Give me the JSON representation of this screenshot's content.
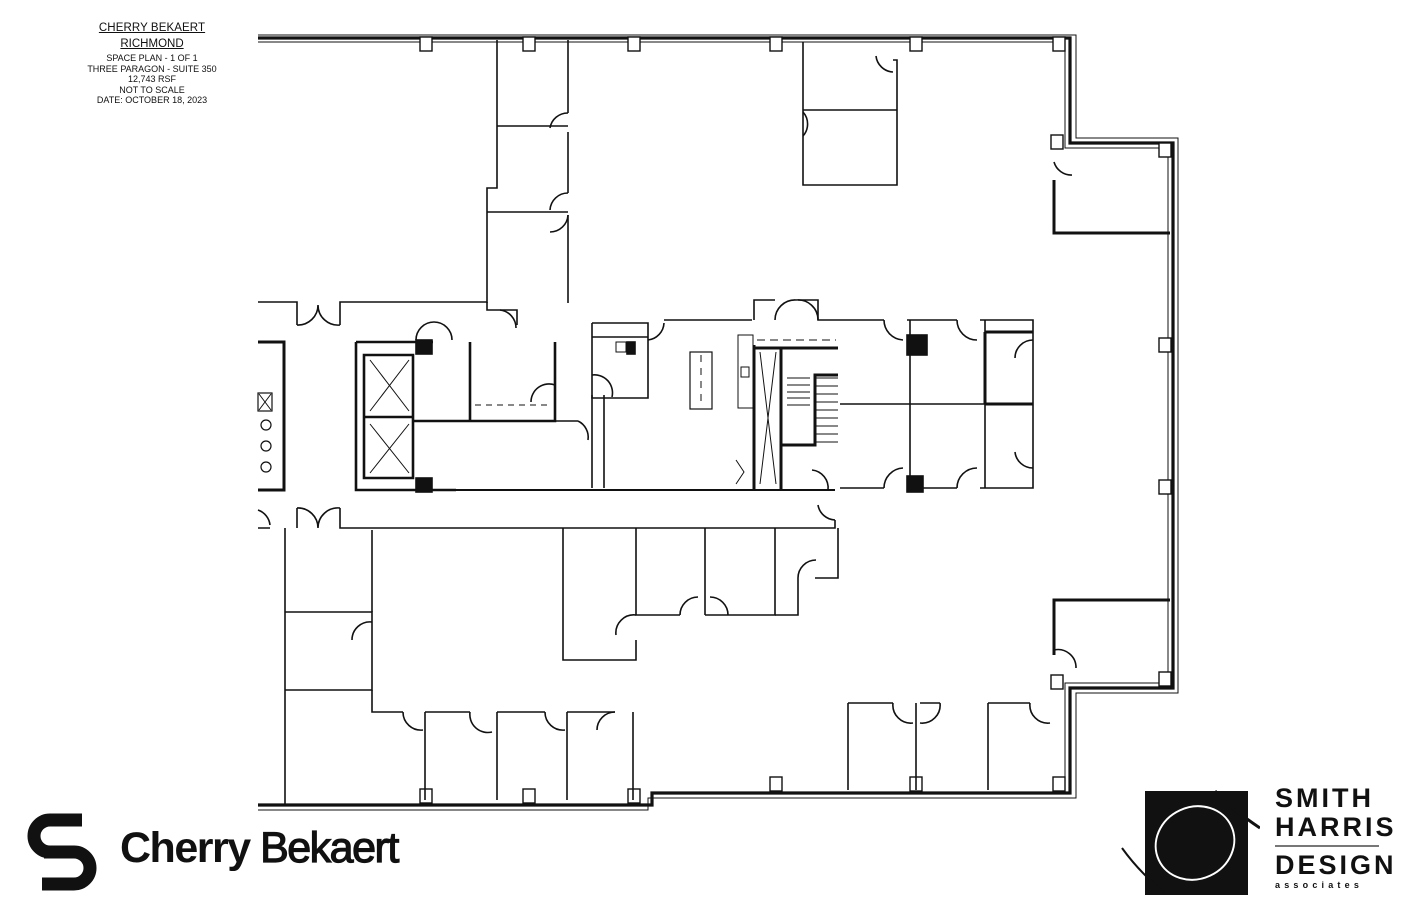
{
  "title_block": {
    "client": "CHERRY BEKAERT",
    "office": "RICHMOND",
    "sheet": "SPACE PLAN - 1 OF 1",
    "building": "THREE PARAGON - SUITE 350",
    "area": "12,743 RSF",
    "scale": "NOT TO SCALE",
    "date": "DATE: OCTOBER 18, 2023"
  },
  "client_logo": {
    "word1": "Cherry",
    "word2": "Bekaert"
  },
  "designer_logo": {
    "line1": "SMITH",
    "line2": "HARRIS",
    "line3": "DESIGN",
    "line4": "associates"
  },
  "colors": {
    "ink": "#111111",
    "paper": "#ffffff",
    "rule": "#777777"
  }
}
